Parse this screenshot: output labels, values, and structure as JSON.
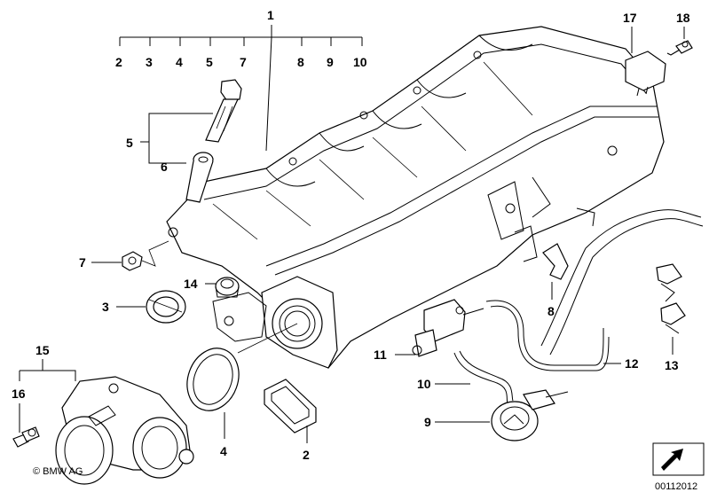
{
  "diagram": {
    "callouts": {
      "c1": "1",
      "c2a": "2",
      "c3a": "3",
      "c4a": "4",
      "c5a": "5",
      "c7a": "7",
      "c8a": "8",
      "c9a": "9",
      "c10a": "10",
      "c5b": "5",
      "c6": "6",
      "c7b": "7",
      "c3b": "3",
      "c14": "14",
      "c15": "15",
      "c16": "16",
      "c4b": "4",
      "c2b": "2",
      "c11": "11",
      "c10b": "10",
      "c9b": "9",
      "c12": "12",
      "c8b": "8",
      "c13": "13",
      "c17": "17",
      "c18": "18"
    },
    "copyright": "© BMW AG",
    "image_code": "00112012"
  }
}
